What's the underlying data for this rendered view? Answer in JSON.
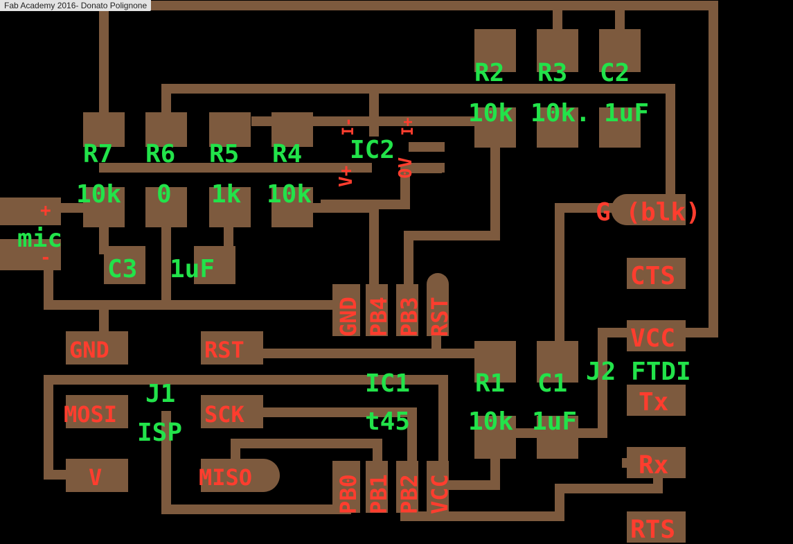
{
  "window": {
    "title": "Fab Academy 2016- Donato Polignone"
  },
  "colors": {
    "background": "#000000",
    "copper": "#7d5a3e",
    "part_label": "#22e34a",
    "pin_label": "#ff3d2e"
  },
  "labels": {
    "r7": "R7",
    "r7v": "10k",
    "r6": "R6",
    "r6v": "0",
    "r5": "R5",
    "r5v": "1k",
    "r4": "R4",
    "r4v": "10k",
    "r2": "R2",
    "r2v": "10k",
    "r3": "R3",
    "r3v": "10k.",
    "c2": "C2",
    "c2v": "1uF",
    "ic2": "IC2",
    "ic2_vplus": "V+",
    "ic2_zero_v": "0V",
    "ic2_marks": [
      "I-",
      "I+"
    ],
    "mic": "mic",
    "mic_plus": "+",
    "mic_minus": "-",
    "c3": "C3",
    "c3v": "1uF",
    "g_blk": "G (blk)",
    "cts": "CTS",
    "vcc_ftdi": "VCC",
    "tx": "Tx",
    "rx": "Rx",
    "rts": "RTS",
    "j2": "J2 FTDI",
    "gnd_pad": "GND",
    "rst_pad": "RST",
    "pin_gnd": "GND",
    "pin_pb4": "PB4",
    "pin_pb3": "PB3",
    "pin_rst": "RST",
    "ic1": "IC1",
    "ic1v": "t45",
    "r1": "R1",
    "r1v": "10k",
    "c1": "C1",
    "c1v": "1uF",
    "j1": "J1",
    "j1v": "ISP",
    "mosi": "MOSI",
    "sck": "SCK",
    "miso": "MISO",
    "v": "V",
    "pin_pb0": "PB0",
    "pin_pb1": "PB1",
    "pin_pb2": "PB2",
    "pin_vcc": "VCC"
  }
}
